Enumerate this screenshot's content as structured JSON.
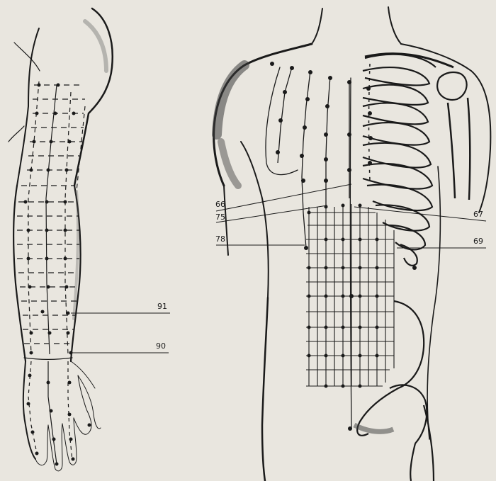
{
  "labels": {
    "arm_upper": "91",
    "arm_lower": "90",
    "back_left_1": "66",
    "back_left_2": "75",
    "back_left_3": "78",
    "back_right_1": "67",
    "back_right_2": "69"
  },
  "colors": {
    "paper": "#e9e6df",
    "ink": "#1a1a1a",
    "shade": "#3a3a3a"
  }
}
